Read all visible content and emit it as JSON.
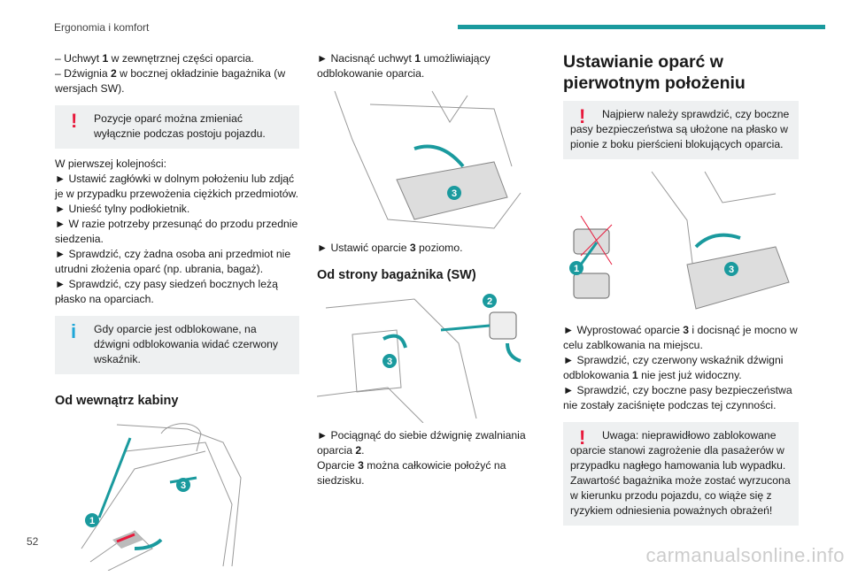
{
  "header": {
    "section": "Ergonomia i komfort"
  },
  "page_number": "52",
  "watermark": "carmanualsonline.info",
  "col1": {
    "line1a": "– Uchwyt ",
    "line1b": "1",
    "line1c": " w zewnętrznej części oparcia.",
    "line2a": "– Dźwignia ",
    "line2b": "2",
    "line2c": " w bocznej okładzinie bagażnika (w wersjach SW).",
    "warn1": "Pozycje oparć można zmieniać wyłącznie podczas postoju pojazdu.",
    "intro": "W pierwszej kolejności:",
    "steps": [
      "► Ustawić zagłówki w dolnym położeniu lub zdjąć je w przypadku przewożenia ciężkich przedmiotów.",
      "► Unieść tylny podłokietnik.",
      "► W razie potrzeby przesunąć do przodu przednie siedzenia.",
      "► Sprawdzić, czy żadna osoba ani przedmiot nie utrudni złożenia oparć (np. ubrania, bagaż).",
      "► Sprawdzić, czy pasy siedzeń bocznych leżą płasko na oparciach."
    ],
    "info1": "Gdy oparcie jest odblokowane, na dźwigni odblokowania widać czerwony wskaźnik.",
    "heading": "Od wewnątrz kabiny"
  },
  "col2": {
    "s1a": "► Nacisnąć uchwyt ",
    "s1b": "1",
    "s1c": " umożliwiający odblokowanie oparcia.",
    "s2a": "► Ustawić oparcie ",
    "s2b": "3",
    "s2c": " poziomo.",
    "heading": "Od strony bagażnika (SW)",
    "s3a": "► Pociągnąć do siebie dźwignię zwalniania oparcia ",
    "s3b": "2",
    "s3c": ".",
    "s4a": "Oparcie ",
    "s4b": "3",
    "s4c": " można całkowicie położyć na siedzisku."
  },
  "col3": {
    "heading": "Ustawianie oparć w pierwotnym położeniu",
    "warn1": "Najpierw należy sprawdzić, czy boczne pasy bezpieczeństwa są ułożone na płasko w pionie z boku pierścieni blokujących oparcia.",
    "s1a": "► Wyprostować oparcie ",
    "s1b": "3",
    "s1c": " i docisnąć je mocno w celu zablkowania na miejscu.",
    "s2a": "► Sprawdzić, czy czerwony wskaźnik dźwigni odblokowania ",
    "s2b": "1",
    "s2c": " nie jest już widoczny.",
    "s3": "► Sprawdzić, czy boczne pasy bezpieczeństwa nie zostały zaciśnięte podczas tej czynności.",
    "warn2": "Uwaga: nieprawidłowo zablokowane oparcie stanowi zagrożenie dla pasażerów w przypadku nagłego hamowania lub wypadku. Zawartość bagażnika może zostać wyrzucona w kierunku przodu pojazdu, co wiąże się z ryzykiem odniesienia poważnych obrażeń!"
  },
  "labels": {
    "n1": "1",
    "n2": "2",
    "n3": "3"
  },
  "icons": {
    "warning": "!",
    "info": "i"
  },
  "colors": {
    "accent": "#1a9a9e",
    "warning": "#e8193c",
    "info": "#1fa7d8"
  }
}
